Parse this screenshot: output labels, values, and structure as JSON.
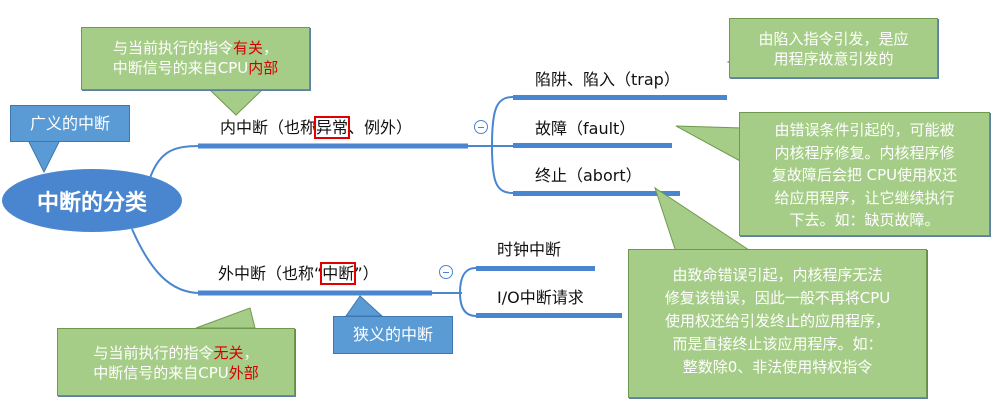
{
  "root": {
    "label": "中断的分类"
  },
  "colors": {
    "branch": "#4a86d0",
    "callout_green": "#a6cd88",
    "callout_blue": "#5b9bd5",
    "highlight": "#e00000"
  },
  "callouts": {
    "broad": "广义的中断",
    "narrow": "狭义的中断",
    "internal_note": {
      "line1_pre": "与当前执行的指令",
      "line1_red": "有关",
      "line1_post": "，",
      "line2_pre": "中断信号的来自CPU",
      "line2_red": "内部"
    },
    "external_note": {
      "line1_pre": "与当前执行的指令",
      "line1_red": "无关",
      "line1_post": "，",
      "line2_pre": "中断信号的来自CPU",
      "line2_red": "外部"
    },
    "trap_note": [
      "由陷入指令引发，是应",
      "用程序故意引发的"
    ],
    "fault_note": [
      "由错误条件引起的，可能被",
      "内核程序修复。内核程序修",
      "复故障后会把 CPU使用权还",
      "给应用程序，让它继续执行",
      "下去。如：缺页故障。"
    ],
    "abort_note": [
      "由致命错误引起，内核程序无法",
      "修复该错误，因此一般不再将CPU",
      "使用权还给引发终止的应用程序，",
      "而是直接终止该应用程序。如：",
      "整数除0、非法使用特权指令"
    ]
  },
  "branches": {
    "internal": {
      "pre": "内中断（也称",
      "highlight": "异常",
      "post": "、例外）",
      "children": [
        "陷阱、陷入（trap）",
        "故障（fault）",
        "终止（abort）"
      ]
    },
    "external": {
      "pre": "外中断（也称“",
      "highlight": "中断",
      "post": "”）",
      "children": [
        "时钟中断",
        "I/O中断请求"
      ]
    }
  }
}
